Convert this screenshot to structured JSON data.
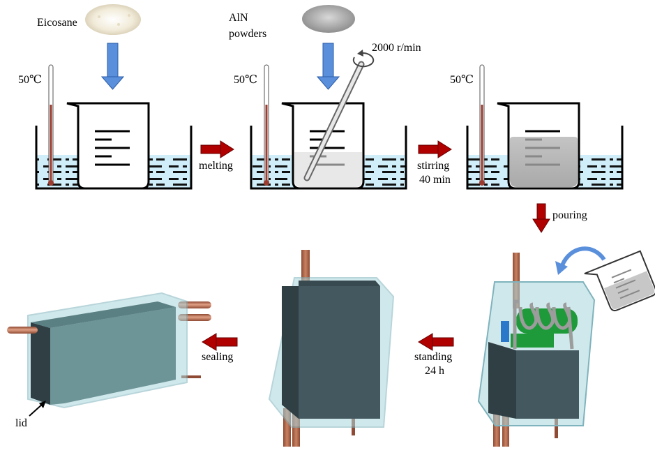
{
  "labels": {
    "eicosane": "Eicosane",
    "aln_line1": "AlN",
    "aln_line2": "powders",
    "speed": "2000 r/min",
    "temp1": "50℃",
    "temp2": "50℃",
    "temp3": "50℃",
    "melting": "melting",
    "stirring_line1": "stirring",
    "stirring_line2": "40 min",
    "pouring": "pouring",
    "standing_line1": "standing",
    "standing_line2": "24 h",
    "sealing": "sealing",
    "lid": "lid"
  },
  "colors": {
    "blue_arrow": "#5a8fdc",
    "red_arrow": "#b00000",
    "water": "#cfeefa",
    "copper": "#b8694e",
    "tank_dark": "#44585f",
    "glass": "#a9d6dd",
    "green_fin": "#1f9a3a"
  }
}
